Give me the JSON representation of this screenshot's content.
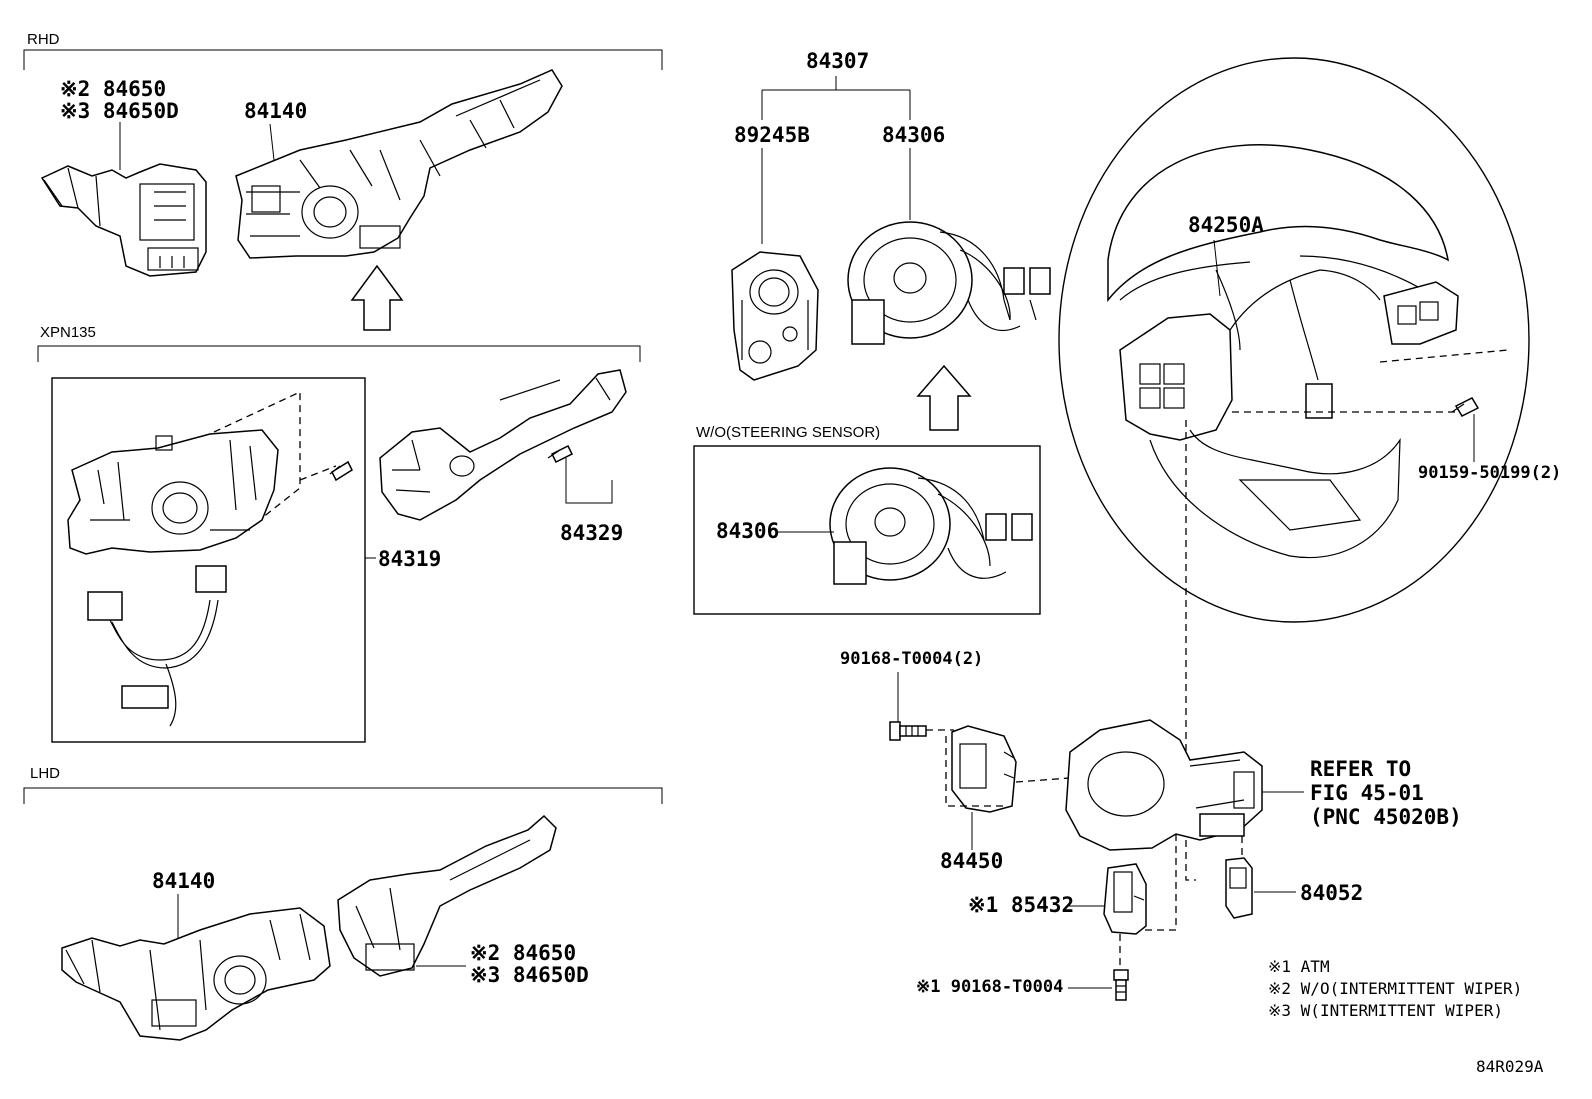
{
  "groups": {
    "rhd": "RHD",
    "xpn135": "XPN135",
    "lhd": "LHD",
    "wo_steering_sensor": "W/O(STEERING SENSOR)"
  },
  "parts": {
    "rhd_84650": "※2 84650",
    "rhd_84650d": "※3 84650D",
    "rhd_84140": "84140",
    "p84319": "84319",
    "p84329": "84329",
    "lhd_84140": "84140",
    "lhd_84650": "※2 84650",
    "lhd_84650d": "※3 84650D",
    "p84307": "84307",
    "p89245b": "89245B",
    "p84306_top": "84306",
    "p84306_box": "84306",
    "p84250a": "84250A",
    "p90159": "90159-50199(2)",
    "p90168_2": "90168-T0004(2)",
    "p84450": "84450",
    "p85432": "※1 85432",
    "p90168_1": "※1 90168-T0004",
    "p84052": "84052"
  },
  "refer": {
    "line1": "REFER TO",
    "line2": "FIG 45-01",
    "line3": "(PNC 45020B)"
  },
  "notes": [
    "※1 ATM",
    "※2 W/O(INTERMITTENT WIPER)",
    "※3 W(INTERMITTENT WIPER)"
  ],
  "figure_code": "84R029A"
}
